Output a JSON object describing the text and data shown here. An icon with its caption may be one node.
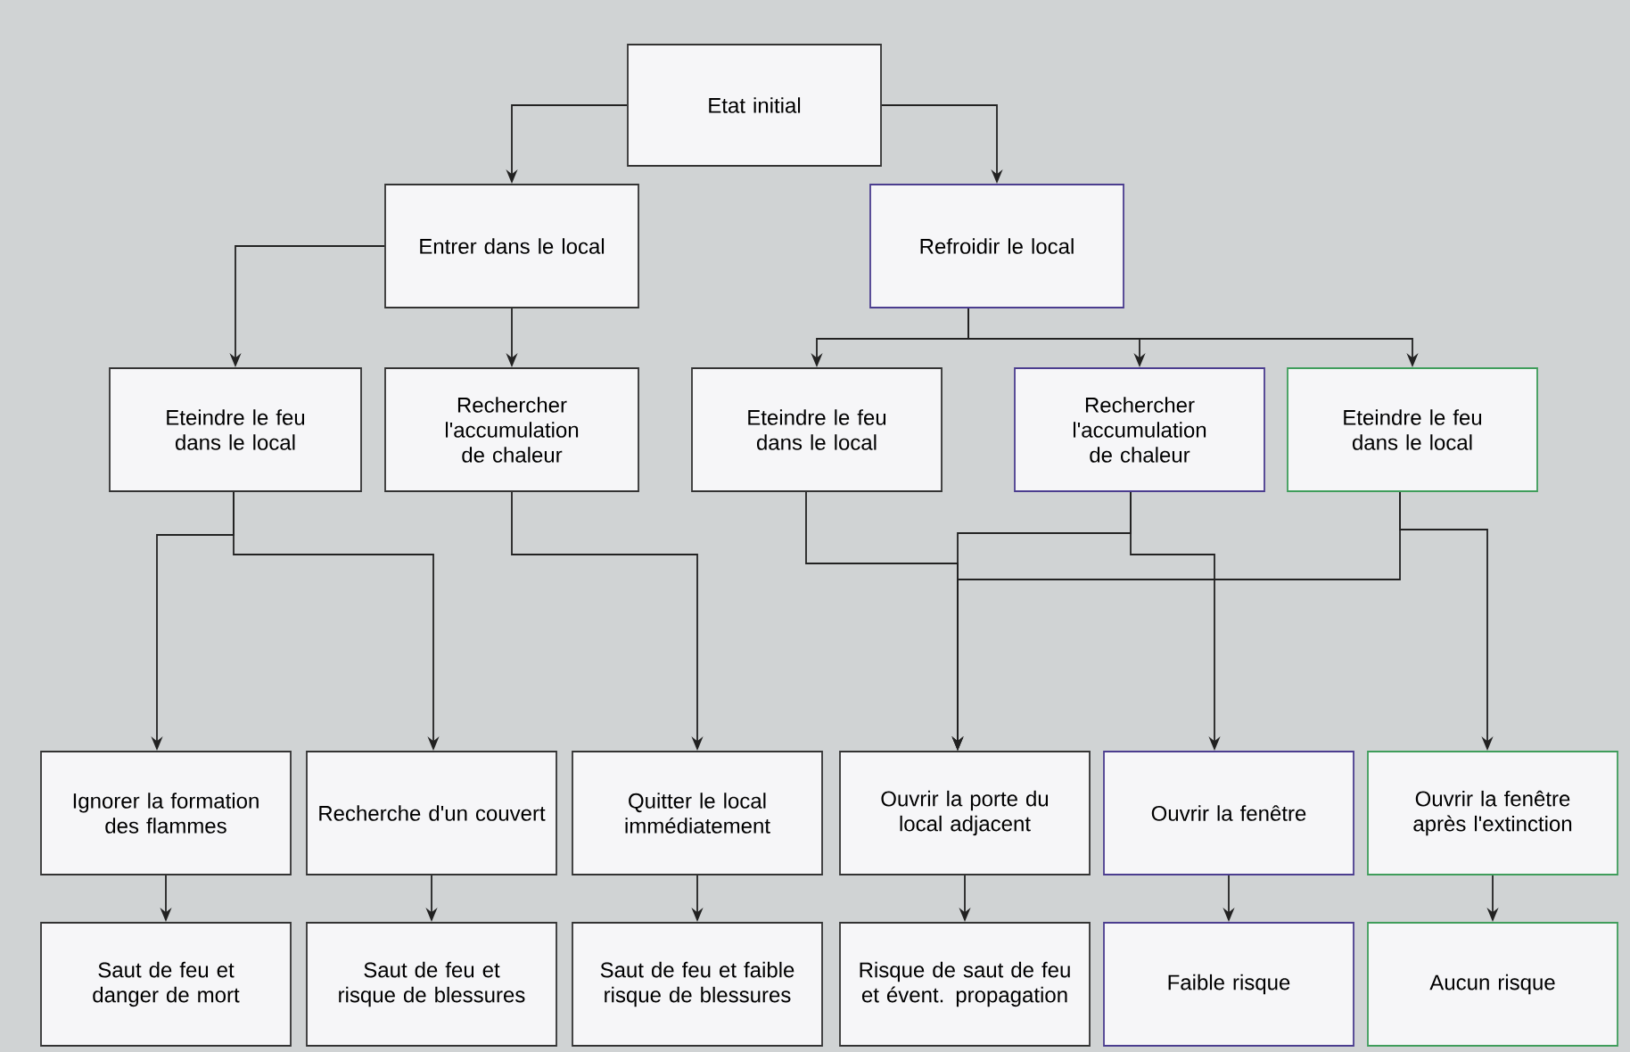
{
  "diagram": {
    "nodes": [
      {
        "text": [
          "Etat initial"
        ]
      },
      {
        "text": [
          "Entrer dans le local"
        ]
      },
      {
        "text": [
          "Refroidir le local"
        ]
      },
      {
        "text": [
          "Eteindre le feu dans le local"
        ]
      },
      {
        "text": [
          "Rechercher l'accumulation de chaleur"
        ]
      },
      {
        "text": [
          "Eteindre le feu dans le local"
        ]
      },
      {
        "text": [
          "Rechercher l'accumulation de chaleur"
        ]
      },
      {
        "text": [
          "Eteindre le feu dans le local"
        ]
      },
      {
        "text": [
          "Ignorer la formation des flammes"
        ]
      },
      {
        "text": [
          "Recherche d'un couvert"
        ]
      },
      {
        "text": [
          "Quitter le local immédiatement"
        ]
      },
      {
        "text": [
          "Ouvrir la porte du local adjacent"
        ]
      },
      {
        "text": [
          "Ouvrir la fenêtre"
        ]
      },
      {
        "text": [
          "Ouvrir la fenêtre après l'extinction"
        ]
      },
      {
        "text": [
          "Saut de feu et danger de mort"
        ]
      },
      {
        "text": [
          "Saut de feu et risque de blessures"
        ]
      },
      {
        "text": [
          "Saut de feu et faible risque de blessures"
        ]
      },
      {
        "text": [
          "Risque de saut de feu et évent. propagation"
        ]
      },
      {
        "text": [
          "Faible risque"
        ]
      },
      {
        "text": [
          "Aucun risque"
        ]
      }
    ],
    "edges": [
      {
        "from": 0,
        "to": 1,
        "arrow": "to"
      },
      {
        "from": 0,
        "to": 2,
        "arrow": "to"
      },
      {
        "from": 1,
        "to": 3,
        "arrow": "to"
      },
      {
        "from": 1,
        "to": 4,
        "arrow": "to"
      },
      {
        "from": 2,
        "to": 5,
        "arrow": "to"
      },
      {
        "from": 2,
        "to": 6,
        "arrow": "to"
      },
      {
        "from": 2,
        "to": 7,
        "arrow": "to"
      },
      {
        "from": 3,
        "to": 8,
        "arrow": "to"
      },
      {
        "from": 3,
        "to": 9,
        "arrow": "to"
      },
      {
        "from": 4,
        "to": 10,
        "arrow": "to"
      },
      {
        "from": 5,
        "to": 11,
        "arrow": "to"
      },
      {
        "from": 6,
        "to": 11,
        "arrow": "to"
      },
      {
        "from": 6,
        "to": 12,
        "arrow": "to"
      },
      {
        "from": 7,
        "to": 11,
        "arrow": "to"
      },
      {
        "from": 7,
        "to": 13,
        "arrow": "to"
      },
      {
        "from": 8,
        "to": 14,
        "arrow": "to"
      },
      {
        "from": 9,
        "to": 15,
        "arrow": "to"
      },
      {
        "from": 10,
        "to": 16,
        "arrow": "to"
      },
      {
        "from": 11,
        "to": 17,
        "arrow": "to"
      },
      {
        "from": 12,
        "to": 18,
        "arrow": "to"
      },
      {
        "from": 13,
        "to": 19,
        "arrow": "to"
      }
    ]
  }
}
